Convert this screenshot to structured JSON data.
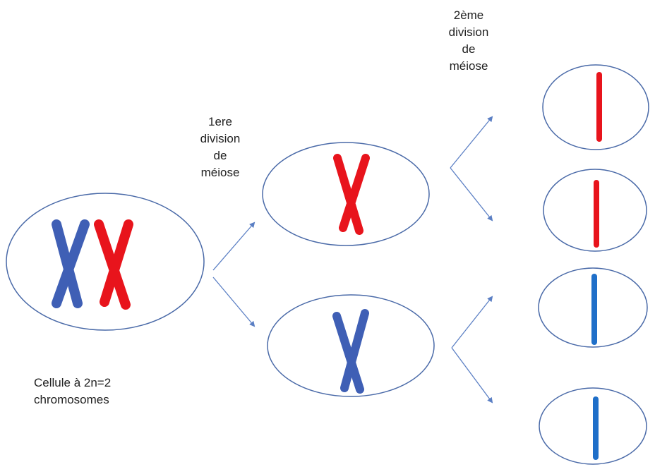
{
  "labels": {
    "first_division": "1ere\ndivision\nde\nméiose",
    "second_division": "2ème\ndivision\nde\nméiose",
    "parent_cell": "Cellule à 2n=2\nchromosomes"
  },
  "colors": {
    "paternal_chromosome": "#e8141c",
    "maternal_chromosome": "#3f5fb5",
    "single_chromatid_blue": "#1f6fc9",
    "cell_outline": "#4a6aa8",
    "arrow": "#5b7fc4"
  }
}
